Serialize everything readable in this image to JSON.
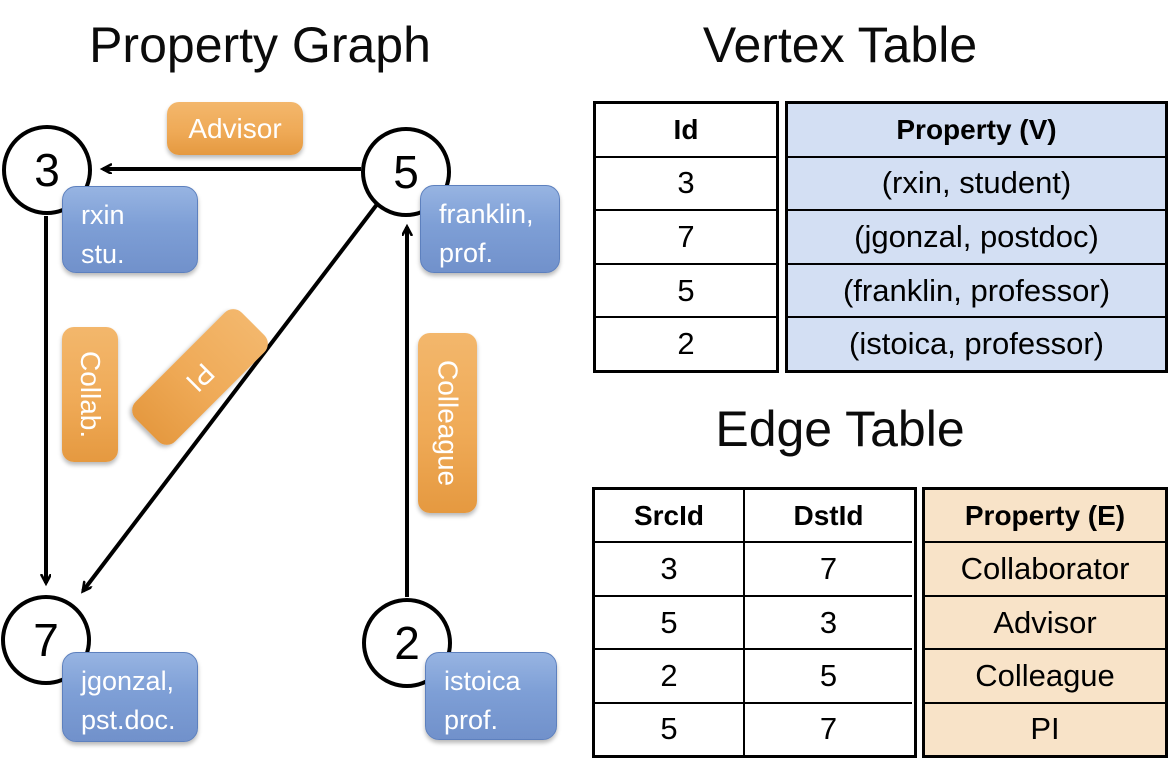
{
  "graph": {
    "title": "Property Graph",
    "nodes": [
      {
        "id": "3",
        "label_lines": [
          "rxin",
          "stu."
        ]
      },
      {
        "id": "5",
        "label_lines": [
          "franklin,",
          "prof."
        ]
      },
      {
        "id": "7",
        "label_lines": [
          "jgonzal,",
          "pst.doc."
        ]
      },
      {
        "id": "2",
        "label_lines": [
          "istoica",
          "prof."
        ]
      }
    ],
    "edges": [
      {
        "label": "Advisor"
      },
      {
        "label": "Collab."
      },
      {
        "label": "PI"
      },
      {
        "label": "Colleague"
      }
    ]
  },
  "vertex_table": {
    "title": "Vertex Table",
    "columns": [
      "Id",
      "Property (V)"
    ],
    "rows": [
      [
        "3",
        "(rxin, student)"
      ],
      [
        "7",
        "(jgonzal, postdoc)"
      ],
      [
        "5",
        "(franklin, professor)"
      ],
      [
        "2",
        "(istoica, professor)"
      ]
    ]
  },
  "edge_table": {
    "title": "Edge Table",
    "columns": [
      "SrcId",
      "DstId",
      "Property (E)"
    ],
    "rows": [
      [
        "3",
        "7",
        "Collaborator"
      ],
      [
        "5",
        "3",
        "Advisor"
      ],
      [
        "2",
        "5",
        "Colleague"
      ],
      [
        "5",
        "7",
        "PI"
      ]
    ]
  },
  "colors": {
    "vertex_box_blue": "#7e9fd6",
    "edge_box_orange": "#efaa57",
    "vertex_cell_fill": "#d3dff3",
    "edge_cell_fill": "#f8e3c8",
    "line_black": "#000000"
  }
}
